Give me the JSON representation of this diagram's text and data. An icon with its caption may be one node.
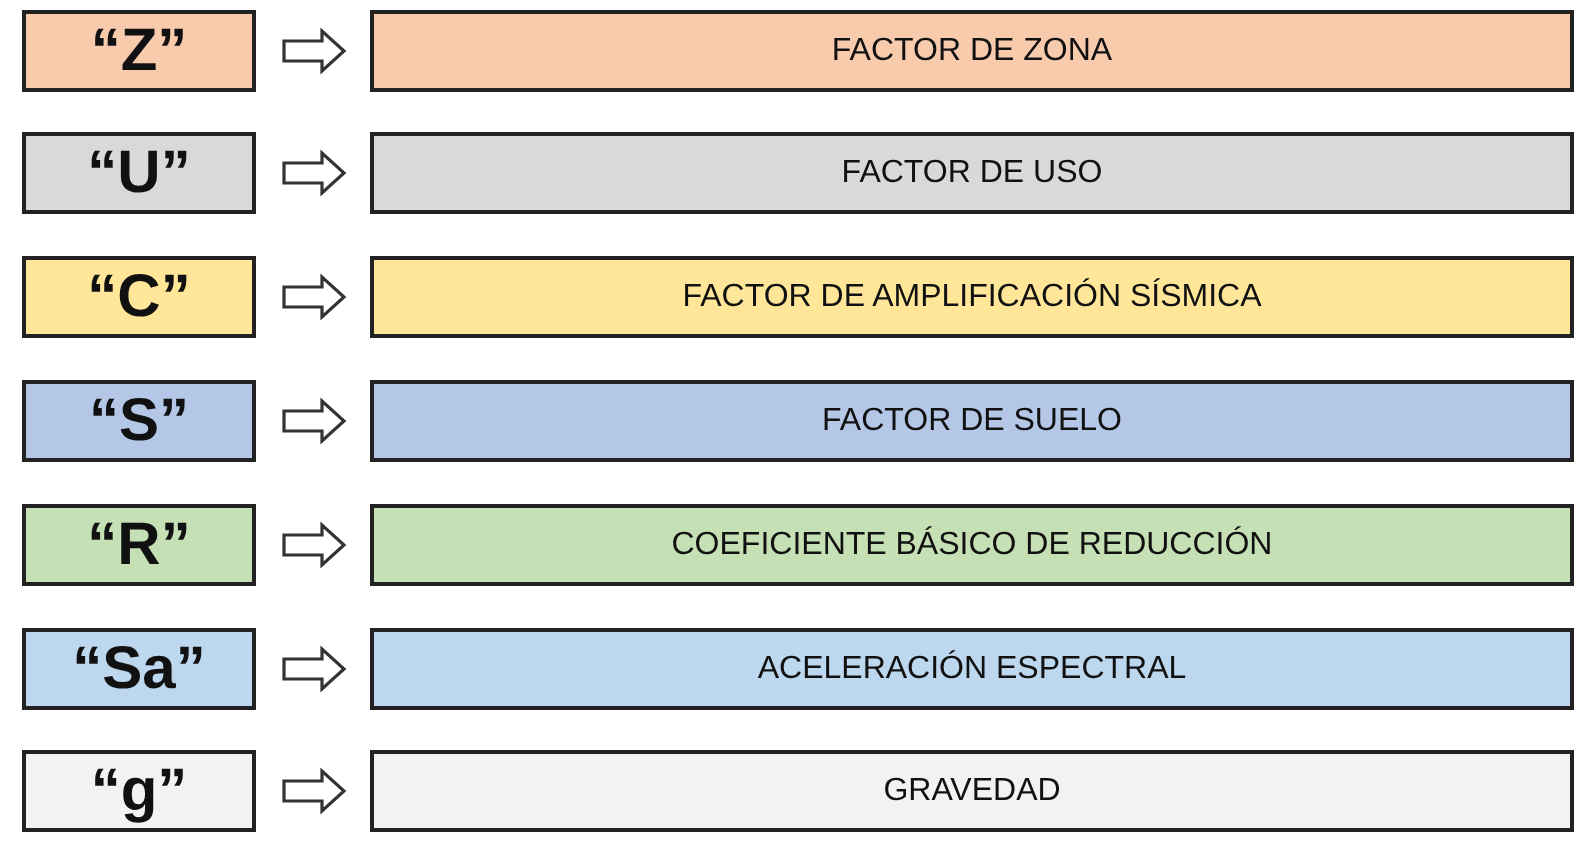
{
  "diagram": {
    "nodes": [
      {
        "text": [
          "“Z”"
        ]
      },
      {
        "text": [
          "FACTOR DE ZONA"
        ]
      },
      {
        "text": [
          "“U”"
        ]
      },
      {
        "text": [
          "FACTOR DE USO"
        ]
      },
      {
        "text": [
          "“C”"
        ]
      },
      {
        "text": [
          "FACTOR DE AMPLIFICACIÓN SÍSMICA"
        ]
      },
      {
        "text": [
          "“S”"
        ]
      },
      {
        "text": [
          "FACTOR DE SUELO"
        ]
      },
      {
        "text": [
          "“R”"
        ]
      },
      {
        "text": [
          "COEFICIENTE BÁSICO DE REDUCCIÓN"
        ]
      },
      {
        "text": [
          "“Sa”"
        ]
      },
      {
        "text": [
          "ACELERACIÓN ESPECTRAL"
        ]
      },
      {
        "text": [
          "“g”"
        ]
      },
      {
        "text": [
          "GRAVEDAD"
        ]
      }
    ],
    "edges": [
      {
        "from": 0,
        "to": 1,
        "arrow": "to"
      },
      {
        "from": 2,
        "to": 3,
        "arrow": "to"
      },
      {
        "from": 4,
        "to": 5,
        "arrow": "to"
      },
      {
        "from": 6,
        "to": 7,
        "arrow": "to"
      },
      {
        "from": 8,
        "to": 9,
        "arrow": "to"
      },
      {
        "from": 10,
        "to": 11,
        "arrow": "to"
      },
      {
        "from": 12,
        "to": 13,
        "arrow": "to"
      }
    ]
  }
}
